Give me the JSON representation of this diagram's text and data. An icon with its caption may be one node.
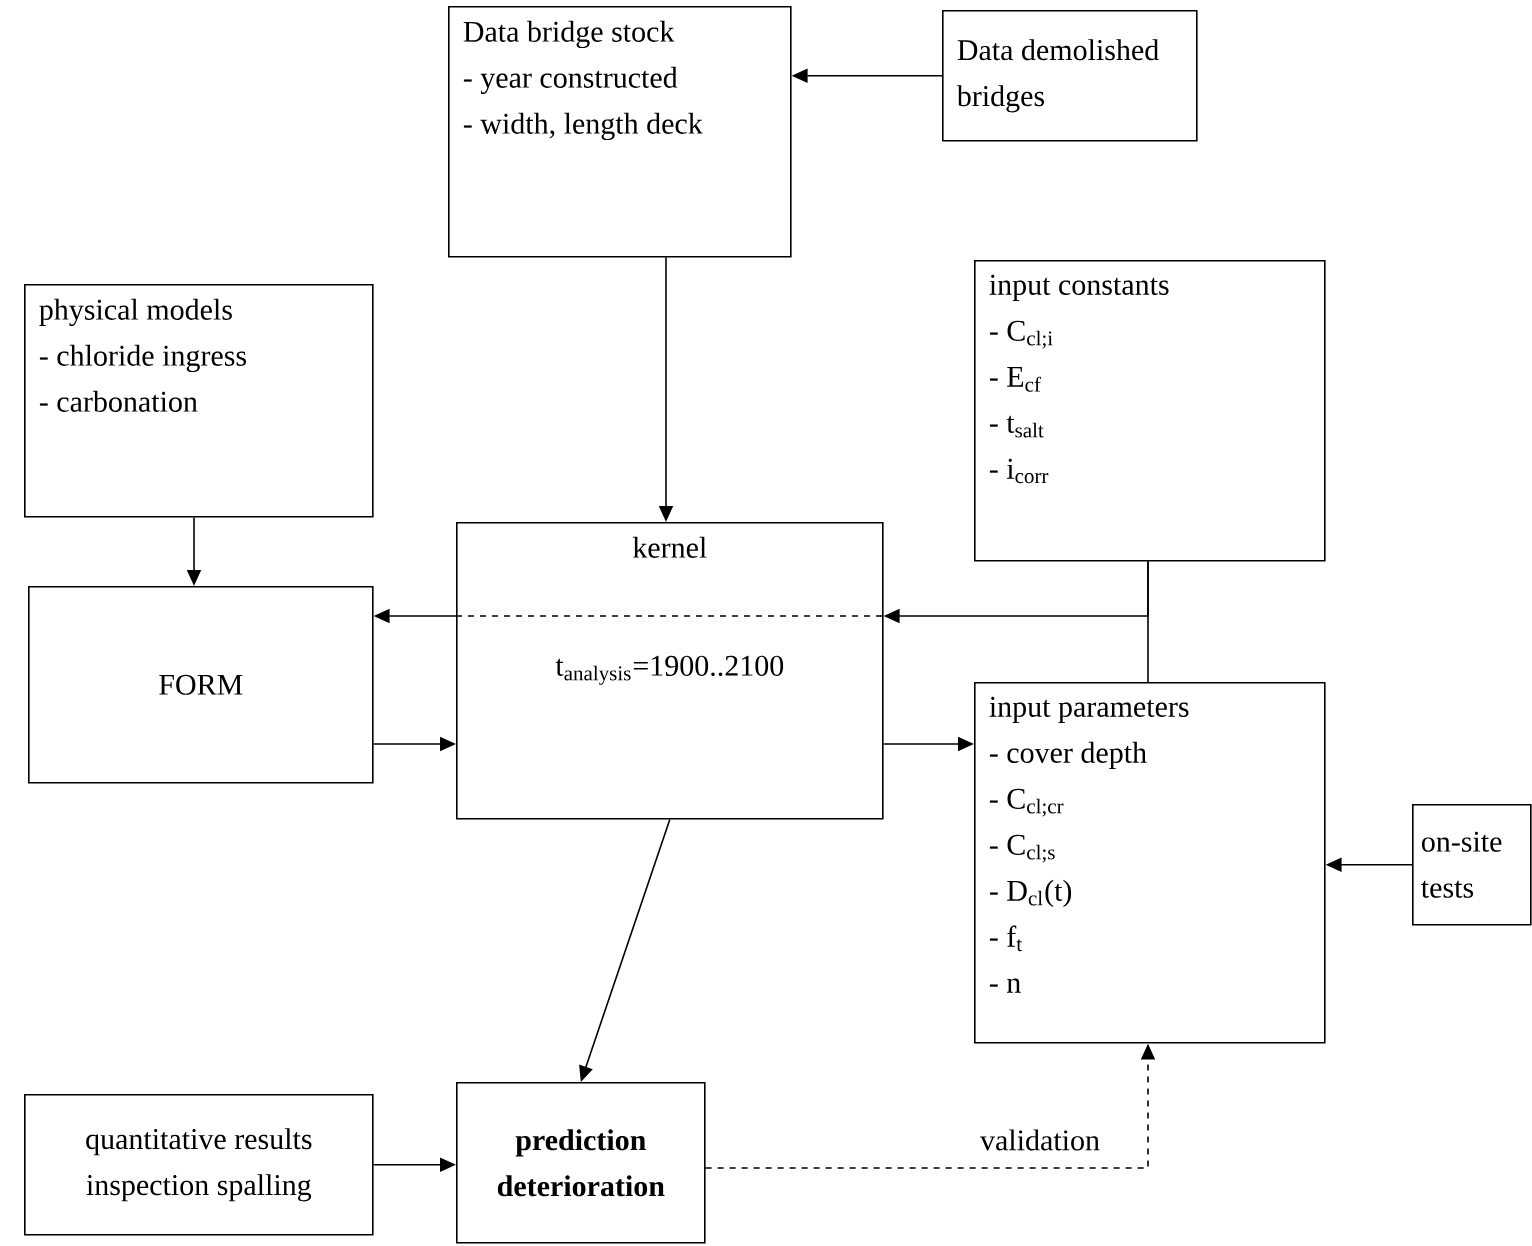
{
  "diagram": {
    "nodes": [
      {
        "text": [
          "Data bridge stock",
          "- year constructed",
          "- width, length deck"
        ]
      },
      {
        "text": [
          "Data demolished bridges"
        ]
      },
      {
        "text": [
          "input constants",
          "- C$_{cl;i}$",
          "- E$_{cf}$",
          "- t$_{salt}$",
          "- i$_{corr}$"
        ]
      },
      {
        "text": [
          "physical models",
          "- chloride ingress",
          "- carbonation"
        ]
      },
      {
        "text": [
          "kernel",
          "t$_{analysis}$=1900..2100"
        ]
      },
      {
        "text": [
          "FORM"
        ]
      },
      {
        "text": [
          "input parameters",
          "- cover depth",
          "- C$_{cl;cr}$",
          "- C$_{cl;s}$",
          "- D$_{cl}$(t)",
          "- f$_{t}$",
          "- n"
        ]
      },
      {
        "text": [
          "on-site tests"
        ]
      },
      {
        "text": [
          "quantitative results inspection spalling"
        ]
      },
      {
        "text": [
          "prediction deterioration"
        ]
      }
    ],
    "edges": [
      {
        "from": 1,
        "to": 0,
        "arrow": "to"
      },
      {
        "from": 0,
        "to": 4,
        "arrow": "to"
      },
      {
        "from": 3,
        "to": 5,
        "arrow": "to"
      },
      {
        "from": 2,
        "to": 4,
        "arrow": "to"
      },
      {
        "from": 2,
        "to": 6,
        "arrow": "none"
      },
      {
        "from": 4,
        "to": 5,
        "arrow": "to"
      },
      {
        "from": 5,
        "to": 4,
        "arrow": "to"
      },
      {
        "from": 4,
        "to": 6,
        "arrow": "to"
      },
      {
        "from": 7,
        "to": 6,
        "arrow": "to"
      },
      {
        "from": 4,
        "to": 9,
        "arrow": "to"
      },
      {
        "from": 8,
        "to": 9,
        "arrow": "to"
      },
      {
        "from": 9,
        "to": 6,
        "arrow": "to",
        "label": "validation",
        "style": "dashed"
      }
    ]
  }
}
